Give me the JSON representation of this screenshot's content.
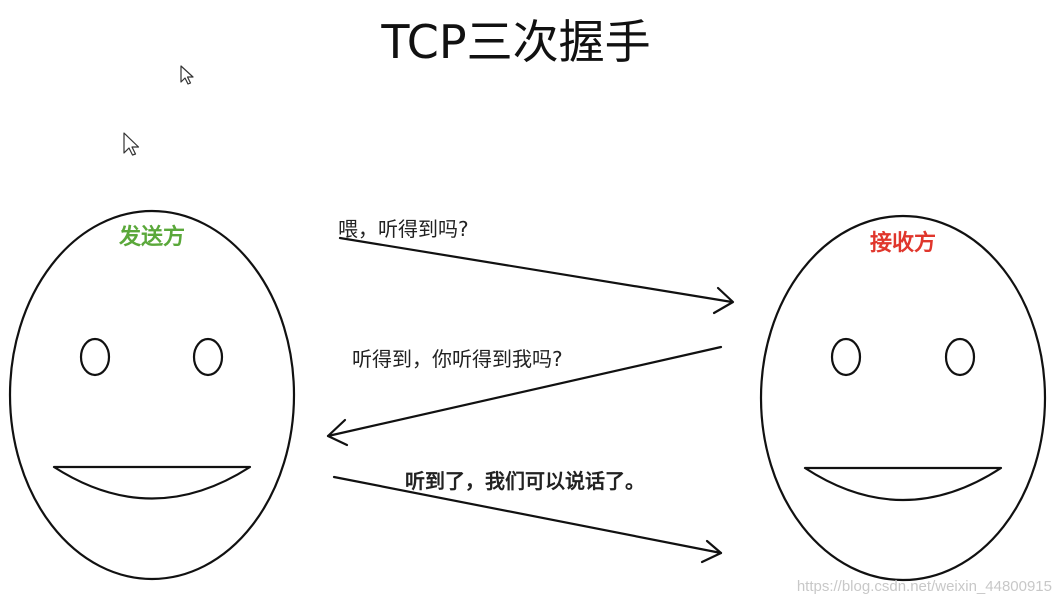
{
  "title": "TCP三次握手",
  "sender": {
    "label": "发送方",
    "label_color": "#5aa83a"
  },
  "receiver": {
    "label": "接收方",
    "label_color": "#e0362c"
  },
  "messages": [
    {
      "text": "喂，听得到吗?"
    },
    {
      "text": "听得到，你听得到我吗?"
    },
    {
      "text": "听到了，我们可以说话了。"
    }
  ],
  "watermark": "https://blog.csdn.net/weixin_44800915",
  "icons": {
    "cursor": "mouse-pointer-icon"
  }
}
